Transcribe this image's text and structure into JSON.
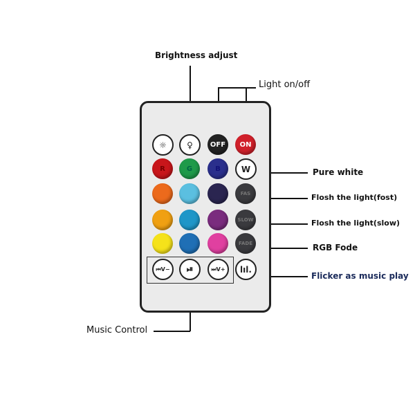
{
  "annotations": {
    "brightness": "Brightness adjust",
    "light_onoff": "Light on/off",
    "pure_white": "Pure white",
    "flash_fast": "Flosh the light(fost)",
    "flash_slow": "Flosh the light(slow)",
    "rgb_fade": "RGB Fode",
    "flicker": "Flicker as music play",
    "music_control": "Music Control"
  },
  "buttons": {
    "bright_down": "☼",
    "bright_up": "♀",
    "off": "OFF",
    "on": "ON",
    "r": "R",
    "g": "G",
    "b": "B",
    "w": "W",
    "fast": "FAS",
    "slow": "SLOW",
    "fade": "FADE",
    "prev": "⏮V−",
    "play": "⏯",
    "next": "⏭V+",
    "music": "lıl."
  },
  "colors": {
    "row2": [
      "#c8161b",
      "#1f9a4a",
      "#2a2f8c"
    ],
    "row3": [
      "#ec6a1c",
      "#5bbfe0",
      "#2a2550"
    ],
    "row4": [
      "#f0a012",
      "#1f96c8",
      "#7a2c7e"
    ],
    "row5": [
      "#f5e21a",
      "#1f6fb5",
      "#e040a0"
    ],
    "dark": "#3a3a3e",
    "off": "#222",
    "on": "#d0202a"
  }
}
